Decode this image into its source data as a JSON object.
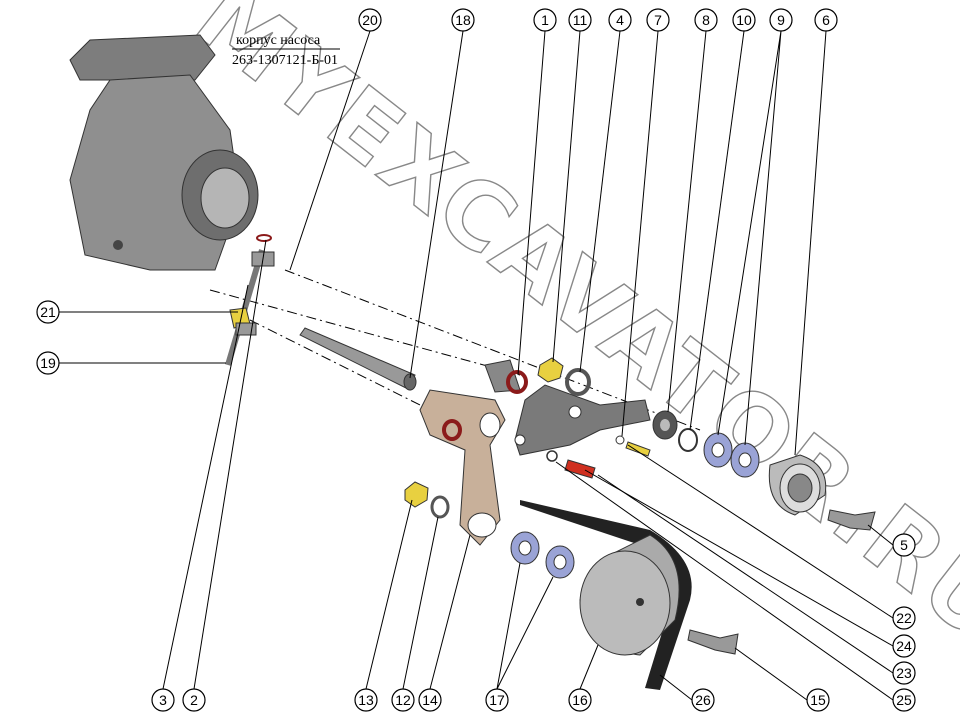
{
  "title_label": {
    "name": "корпус насоса",
    "part_number": "263-1307121-Б-01"
  },
  "watermark": "MYEXCAVATOR.RU",
  "callouts": {
    "c20": "20",
    "c18": "18",
    "c1": "1",
    "c11": "11",
    "c4": "4",
    "c7": "7",
    "c8": "8",
    "c10": "10",
    "c9": "9",
    "c6": "6",
    "c21": "21",
    "c19": "19",
    "c5": "5",
    "c22": "22",
    "c24": "24",
    "c23": "23",
    "c25": "25",
    "c3": "3",
    "c2": "2",
    "c13": "13",
    "c12": "12",
    "c14": "14",
    "c17": "17",
    "c16": "16",
    "c26": "26",
    "c15": "15"
  },
  "colors": {
    "part_gray": "#8a8a8a",
    "arm_bronze": "#c8b09a",
    "bearing_blue": "#9aa3d6",
    "nut_yellow": "#e8d040",
    "seal_red": "#8b1a1a",
    "bolt_red": "#d03020"
  }
}
